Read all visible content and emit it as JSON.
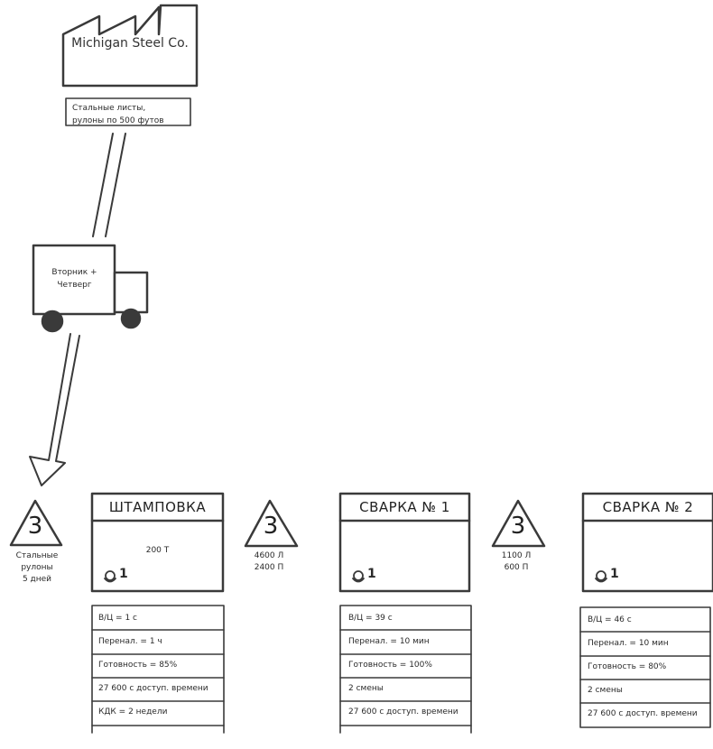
{
  "supplier": {
    "name": "Michigan Steel Co.",
    "note_lines": [
      "Стальные листы,",
      "рулоны по 500 футов"
    ]
  },
  "shipment": {
    "label_lines": [
      "Вторник +",
      "Четверг"
    ]
  },
  "inventories": [
    {
      "count": "3",
      "label_lines": [
        "Стальные",
        "рулоны",
        "5 дней"
      ]
    },
    {
      "count": "3",
      "label_lines": [
        "4600 Л",
        "2400 П"
      ]
    },
    {
      "count": "3",
      "label_lines": [
        "1100 Л",
        "600 П"
      ]
    }
  ],
  "processes": [
    {
      "title": "ШТАМПОВКА",
      "quantity": "200 Т",
      "operators": "1",
      "data": [
        "В/Ц = 1 с",
        "Перенал. = 1 ч",
        "Готовность = 85%",
        "27 600 с доступ. времени",
        "КДК = 2 недели"
      ]
    },
    {
      "title": "СВАРКА № 1",
      "quantity": "",
      "operators": "1",
      "data": [
        "В/Ц = 39 с",
        "Перенал. = 10 мин",
        "Готовность = 100%",
        "2 смены",
        "27 600 с доступ. времени"
      ]
    },
    {
      "title": "СВАРКА № 2",
      "quantity": "",
      "operators": "1",
      "data": [
        "В/Ц = 46 с",
        "Перенал. = 10 мин",
        "Готовность = 80%",
        "2 смены",
        "27 600 с доступ. времени"
      ]
    }
  ]
}
